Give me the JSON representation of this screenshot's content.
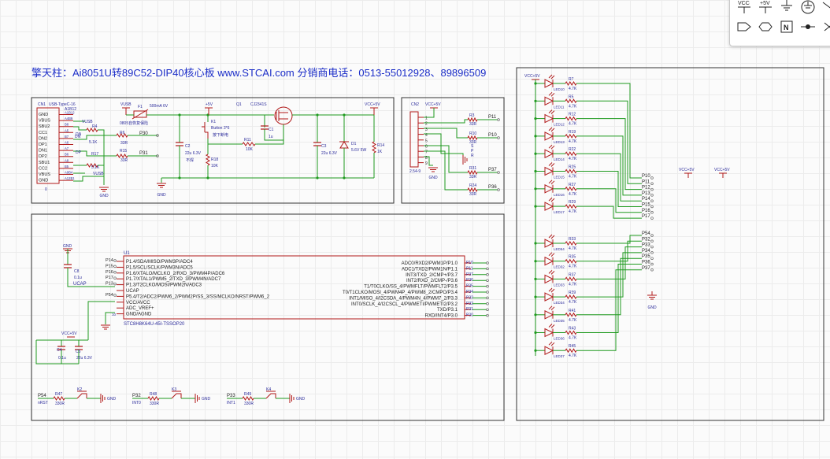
{
  "banner": "擎天柱：Ai8051U转89C52-DIP40核心板 www.STCAI.com 分销商电话：0513-55012928、89896509",
  "colors": {
    "wire": "#1f9a1f",
    "part": "#b01818",
    "text": "#2a2a9a",
    "frame": "#333333",
    "banner": "#1c2ec8"
  },
  "toolbox": {
    "row1": [
      "vcc-icon",
      "plus5v-icon",
      "ground-icon",
      "earth-ground-icon",
      "power-flag-icon"
    ],
    "row2": [
      "net-port-icon",
      "net-port-bidir-icon",
      "no-connect-flag-icon",
      "junction-dot-icon",
      "cross-icon"
    ],
    "labels": {
      "vcc": "VCC",
      "p5v": "+5V",
      "nc": "N"
    }
  },
  "usb": {
    "ref": "CN1",
    "part": "USB-TypeC-16",
    "mpn": "A1B12",
    "pins": [
      "GND",
      "VBUS",
      "SBU2",
      "CC1",
      "DN2",
      "DP1",
      "DN1",
      "DP2",
      "SBU1",
      "CC2",
      "VBUS",
      "GND"
    ],
    "pinnums": [
      "A1B12",
      "A4B9",
      "B8",
      "A5",
      "B7",
      "A6",
      "A7",
      "B6",
      "A8",
      "B5",
      "A9B4",
      "A12B1"
    ],
    "nets": {
      "vusb": "VUSB",
      "dn": "DN",
      "dp": "DP",
      "gnd": "GND"
    },
    "r4": "R4",
    "r4v": "5.1K",
    "r17": "R17",
    "r17v": "5.1K",
    "r6": "R6",
    "r6v": "33R",
    "r15": "R15",
    "r15v": "33R",
    "p30": "P30",
    "p31": "P31",
    "zero": "0"
  },
  "power": {
    "vusb": "VUSB",
    "f1": "F1",
    "f1v": "500mA 6V",
    "f1note": "0805自恢复保险",
    "p5v": "+5V",
    "k1": "K1",
    "k1v": "Button 3*6",
    "k1note": "按下断电",
    "q1": "Q1",
    "q1v": "CJ2341S",
    "c1": "C1",
    "c1v": "1u",
    "r11": "R11",
    "r11v": "10K",
    "c2": "C2",
    "c2v": "22u 6.3V",
    "c2note": "不焊",
    "r18": "R18",
    "r18v": "10K",
    "c3": "C3",
    "c3v": "22u 6.3V",
    "d1": "D1",
    "d1v": "5.6V 5W",
    "r14": "R14",
    "r14v": "1K",
    "vcc": "VCC+5V",
    "gnd": "GND"
  },
  "cn2": {
    "ref": "CN2",
    "vcc": "VCC+5V",
    "pins": [
      "1",
      "2",
      "3",
      "4",
      "5",
      "6",
      "7",
      "8",
      "9"
    ],
    "part": "2.54-9",
    "gnd": "GND",
    "dash": "-",
    "res": [
      {
        "r": "R3",
        "v": "33R",
        "net": "P11"
      },
      {
        "r": "R10",
        "v": "33R",
        "net": "P10"
      },
      {
        "r": "R31",
        "v": "33R",
        "net": "P37"
      },
      {
        "r": "R24",
        "v": "33R",
        "net": "P36"
      }
    ],
    "vertical": "S",
    "vertical2": "P",
    "vertical3": "R"
  },
  "mcu": {
    "ref": "U1",
    "part": "STC8H8K64U-45I-TSSOP20",
    "left_nets": [
      "P14",
      "P15",
      "P16",
      "P17",
      "P13",
      "P54"
    ],
    "left_pins": [
      "P1.4/SDA/MISO/PWM3P/ADC4",
      "P1.5/SCL/SCLK/PWM3N/ADC5",
      "P1.6/XTALO/MCLKO_2/RXD_3/PWM4P/ADC6",
      "P1.7/XTAL1/PWM5_2/TXD_3/PWM4N/ADC7",
      "P1.3/T2CLKO/MOSI/PWM2N/ADC3",
      "UCAP",
      "P5.4/T2/ADC2/PWM6_2/PWM2P/SS_3/SS/MCLKO/NRST/PWM6_2",
      "VCC/AVCC",
      "ADC_VREF+",
      "GND/AGND"
    ],
    "right_pins": [
      "ADC0/RXD2/PWM1P/P1.0",
      "ADC1/TXD2/PWM1N/P1.1",
      "INT3/TXD_2/CMP+/P3.7",
      "INT2/RXD_2/CMP-/P3.6",
      "T1/T0CLKO/SS_4/PWMFLT/PWMFLT2/P3.5",
      "T0/T1CLKO/MOSI_4/PWM4P_4/PWM8_2/CMPO/P3.4",
      "INT1/MISO_4/I2CSDA_4/PWM4N_4/PWM7_2/P3.3",
      "INT0/SCLK_4/I2CSCL_4/PWMETI/PWMETI2/P3.2",
      "TXD/P3.1",
      "RXD/INT4/P3.0"
    ],
    "right_nets": [
      "P10",
      "P11",
      "P37",
      "P36",
      "P35",
      "P34",
      "P33",
      "P32",
      "P31",
      "P30"
    ],
    "c8": "C8",
    "c8v": "0.1u",
    "ucap": "UCAP",
    "gnd": "GND",
    "vcc": "VCC+5V",
    "c4": "C4",
    "c4v": "0.1u",
    "c5": "C5",
    "c5v": "22u 6.3V",
    "pin10": "10"
  },
  "keys": [
    {
      "net": "P54",
      "r": "R47",
      "v": "330R",
      "k": "K2",
      "sub": "nRST"
    },
    {
      "net": "P32",
      "r": "R48",
      "v": "330R",
      "k": "K3",
      "sub": "INT0"
    },
    {
      "net": "P33",
      "r": "R49",
      "v": "330R",
      "k": "K4",
      "sub": "INT1"
    }
  ],
  "leds": {
    "vcc": "VCC+5V",
    "gnd": "GND",
    "vcc_a": "VCC+5V",
    "vcc_b": "VCC+5V",
    "group1": [
      {
        "led": "LED10",
        "r": "R7",
        "v": "4.7K",
        "net": "P10"
      },
      {
        "led": "LED11",
        "r": "R5",
        "v": "4.7K",
        "net": "P11"
      },
      {
        "led": "LED12",
        "r": "R12",
        "v": "4.7K",
        "net": "P12"
      },
      {
        "led": "LED13",
        "r": "R19",
        "v": "4.7K",
        "net": "P13"
      },
      {
        "led": "LED14",
        "r": "R22",
        "v": "4.7K",
        "net": "P14"
      },
      {
        "led": "LED15",
        "r": "R25",
        "v": "4.7K",
        "net": "P15"
      },
      {
        "led": "LED16",
        "r": "R27",
        "v": "4.7K",
        "net": "P16"
      },
      {
        "led": "LED17",
        "r": "R29",
        "v": "4.7K",
        "net": "P17"
      }
    ],
    "group2": [
      {
        "led": "LED54",
        "r": "R33",
        "v": "4.7K",
        "net": "P54"
      },
      {
        "led": "LED32",
        "r": "R35",
        "v": "4.7K",
        "net": "P32"
      },
      {
        "led": "LED33",
        "r": "R37",
        "v": "4.7K",
        "net": "P33"
      },
      {
        "led": "LED34",
        "r": "R39",
        "v": "4.7K",
        "net": "P34"
      },
      {
        "led": "LED35",
        "r": "R41",
        "v": "4.7K",
        "net": "P35"
      },
      {
        "led": "LED36",
        "r": "R43",
        "v": "4.7K",
        "net": "P36"
      },
      {
        "led": "LED37",
        "r": "R45",
        "v": "4.7K",
        "net": "P37"
      }
    ]
  }
}
